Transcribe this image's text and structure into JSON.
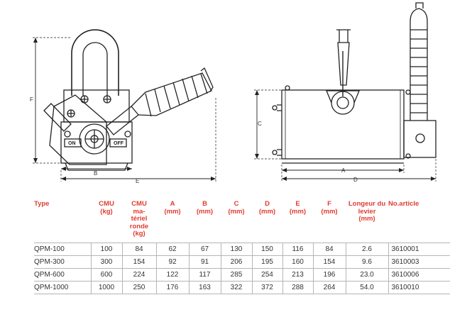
{
  "drawing": {
    "dimension_labels": {
      "A": "A",
      "B": "B",
      "C": "C",
      "D": "D",
      "E": "E",
      "F": "F"
    },
    "switch_labels": {
      "on": "ON",
      "off": "OFF"
    }
  },
  "table": {
    "headers": [
      {
        "key": "type",
        "text": "Type"
      },
      {
        "key": "cmu",
        "text": "CMU\n(kg)"
      },
      {
        "key": "cmu_round",
        "text": "CMU\nma-\ntériel\nronde\n(kg)"
      },
      {
        "key": "a",
        "text": "A\n(mm)"
      },
      {
        "key": "b",
        "text": "B\n(mm)"
      },
      {
        "key": "c",
        "text": "C\n(mm)"
      },
      {
        "key": "d",
        "text": "D\n(mm)"
      },
      {
        "key": "e",
        "text": "E\n(mm)"
      },
      {
        "key": "f",
        "text": "F\n(mm)"
      },
      {
        "key": "lever",
        "text": "Longeur du\nlevier\n(mm)"
      },
      {
        "key": "article",
        "text": "No.article"
      }
    ],
    "rows": [
      [
        "QPM-100",
        "100",
        "84",
        "62",
        "67",
        "130",
        "150",
        "116",
        "84",
        "2.6",
        "3610001"
      ],
      [
        "QPM-300",
        "300",
        "154",
        "92",
        "91",
        "206",
        "195",
        "160",
        "154",
        "9.6",
        "3610003"
      ],
      [
        "QPM-600",
        "600",
        "224",
        "122",
        "117",
        "285",
        "254",
        "213",
        "196",
        "23.0",
        "3610006"
      ],
      [
        "QPM-1000",
        "1000",
        "250",
        "176",
        "163",
        "322",
        "372",
        "288",
        "264",
        "54.0",
        "3610010"
      ]
    ]
  }
}
